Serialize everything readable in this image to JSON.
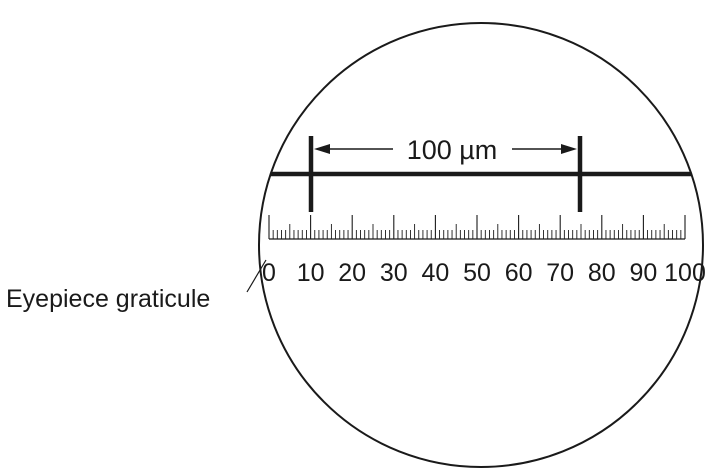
{
  "diagram": {
    "measurement_label": "100 µm",
    "graticule_label": "Eyepiece graticule",
    "scale": {
      "min": 0,
      "max": 100,
      "labels": [
        "0",
        "10",
        "20",
        "30",
        "40",
        "50",
        "60",
        "70",
        "80",
        "90",
        "100"
      ]
    },
    "micrometer_marks": [
      10,
      75
    ]
  }
}
